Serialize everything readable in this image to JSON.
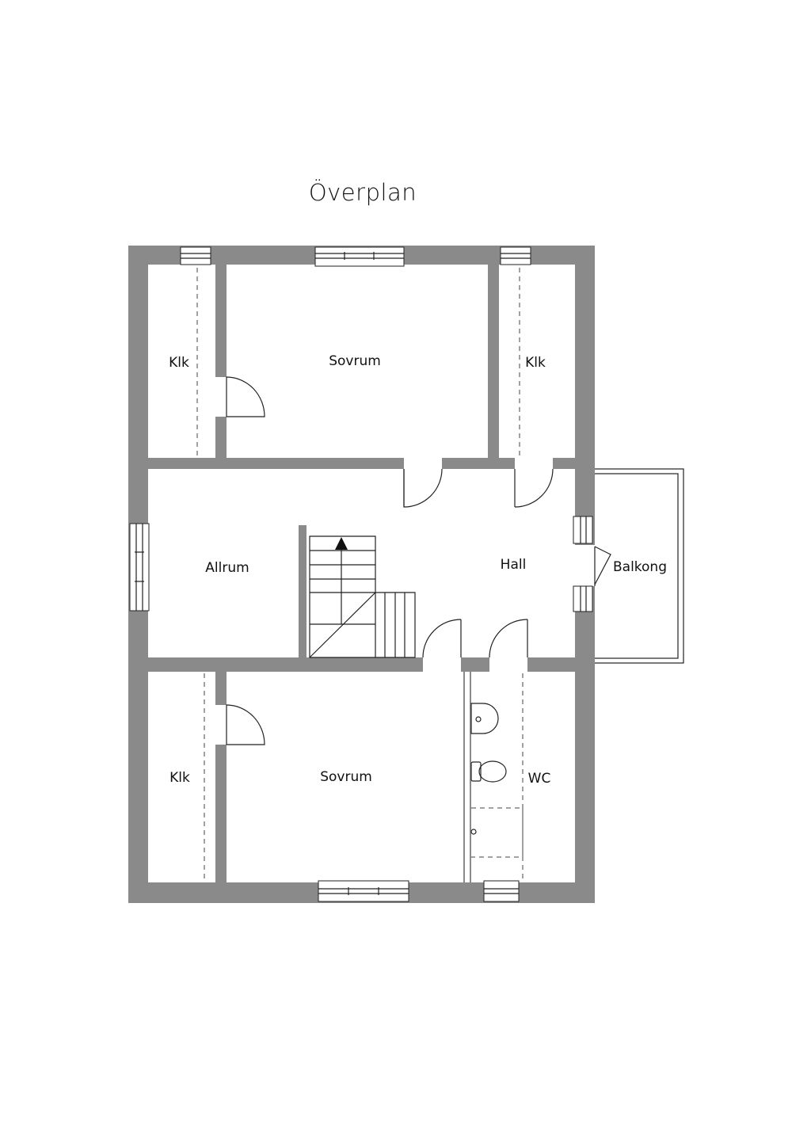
{
  "title": "Överplan",
  "rooms": {
    "klk_top_left": "Klk",
    "sovrum_top": "Sovrum",
    "klk_top_right": "Klk",
    "allrum": "Allrum",
    "hall": "Hall",
    "balkong": "Balkong",
    "klk_bottom_left": "Klk",
    "sovrum_bottom": "Sovrum",
    "wc": "WC"
  }
}
